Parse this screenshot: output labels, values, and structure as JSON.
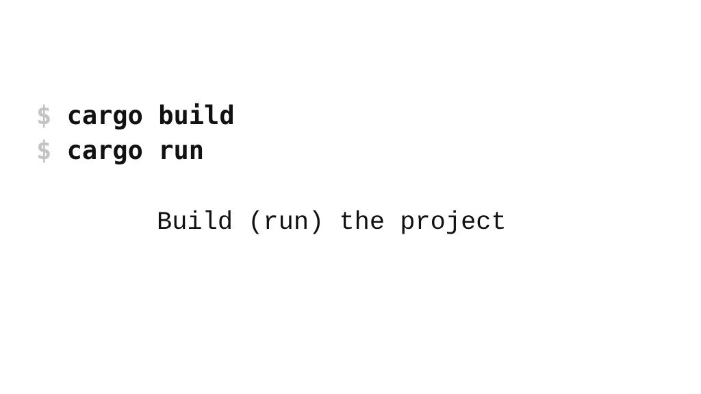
{
  "commands": [
    {
      "prompt": "$",
      "text": "cargo build"
    },
    {
      "prompt": "$",
      "text": "cargo run"
    }
  ],
  "caption": "Build (run) the project",
  "colors": {
    "background": "#ffffff",
    "text": "#111111",
    "prompt": "#c4c4c4"
  }
}
